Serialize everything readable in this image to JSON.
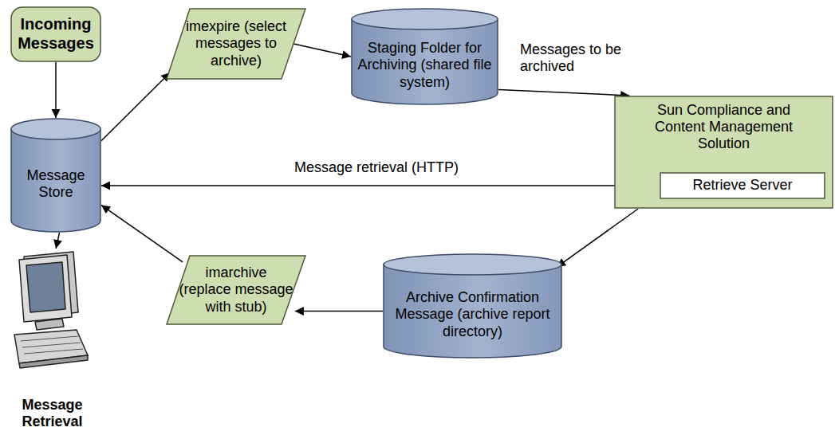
{
  "diagram": {
    "nodes": [
      {
        "text": [
          "Incoming Messages"
        ]
      },
      {
        "text": [
          "imexpire (select messages to archive)"
        ]
      },
      {
        "text": [
          "Staging Folder for Archiving (shared file system)"
        ]
      },
      {
        "text": [
          "Sun Compliance and Content Management Solution"
        ]
      },
      {
        "text": [
          "Retrieve Server"
        ],
        "in": 3
      },
      {
        "text": [
          "Message Store"
        ]
      },
      {
        "text": [
          "imarchive (replace message with stub)"
        ]
      },
      {
        "text": [
          "Archive Confirmation Message (archive report directory)"
        ]
      },
      {
        "text": [
          "Message Retrieval"
        ]
      }
    ],
    "edges": [
      {
        "from": 0,
        "to": 5,
        "arrow": "to"
      },
      {
        "from": 5,
        "to": 1,
        "arrow": "to"
      },
      {
        "from": 1,
        "to": 2,
        "arrow": "to"
      },
      {
        "from": 2,
        "to": 3,
        "label": "Messages to be archived",
        "arrow": "to"
      },
      {
        "from": 4,
        "to": 5,
        "label": "Message retrieval (HTTP)",
        "arrow": "to"
      },
      {
        "from": 3,
        "to": 7,
        "arrow": "to"
      },
      {
        "from": 7,
        "to": 6,
        "arrow": "to"
      },
      {
        "from": 6,
        "to": 5,
        "arrow": "to"
      },
      {
        "from": 5,
        "to": 8,
        "arrow": "to"
      }
    ]
  }
}
